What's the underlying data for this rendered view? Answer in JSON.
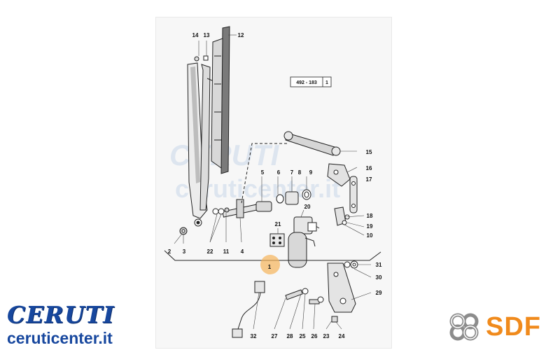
{
  "diagram": {
    "reference_code": "492 - 183",
    "reference_sheet": "1",
    "part_numbers": [
      "1",
      "2",
      "3",
      "4",
      "5",
      "6",
      "7",
      "8",
      "9",
      "10",
      "11",
      "12",
      "13",
      "14",
      "15",
      "16",
      "17",
      "18",
      "19",
      "20",
      "21",
      "22",
      "23",
      "24",
      "25",
      "26",
      "27",
      "28",
      "29",
      "30",
      "31",
      "32"
    ],
    "highlighted_part": "1",
    "highlight_color": "#f5b45a",
    "watermark": {
      "brand": "CERUTI",
      "site": "ceruticenter.it",
      "color": "#c8d7ea"
    }
  },
  "branding": {
    "dealer_name": "CERUTI",
    "dealer_site": "ceruticenter.it",
    "dealer_color": "#17479e",
    "manufacturer": "SDF",
    "manufacturer_color": "#f08a1c",
    "manufacturer_icon": "sdf-knot-icon"
  }
}
